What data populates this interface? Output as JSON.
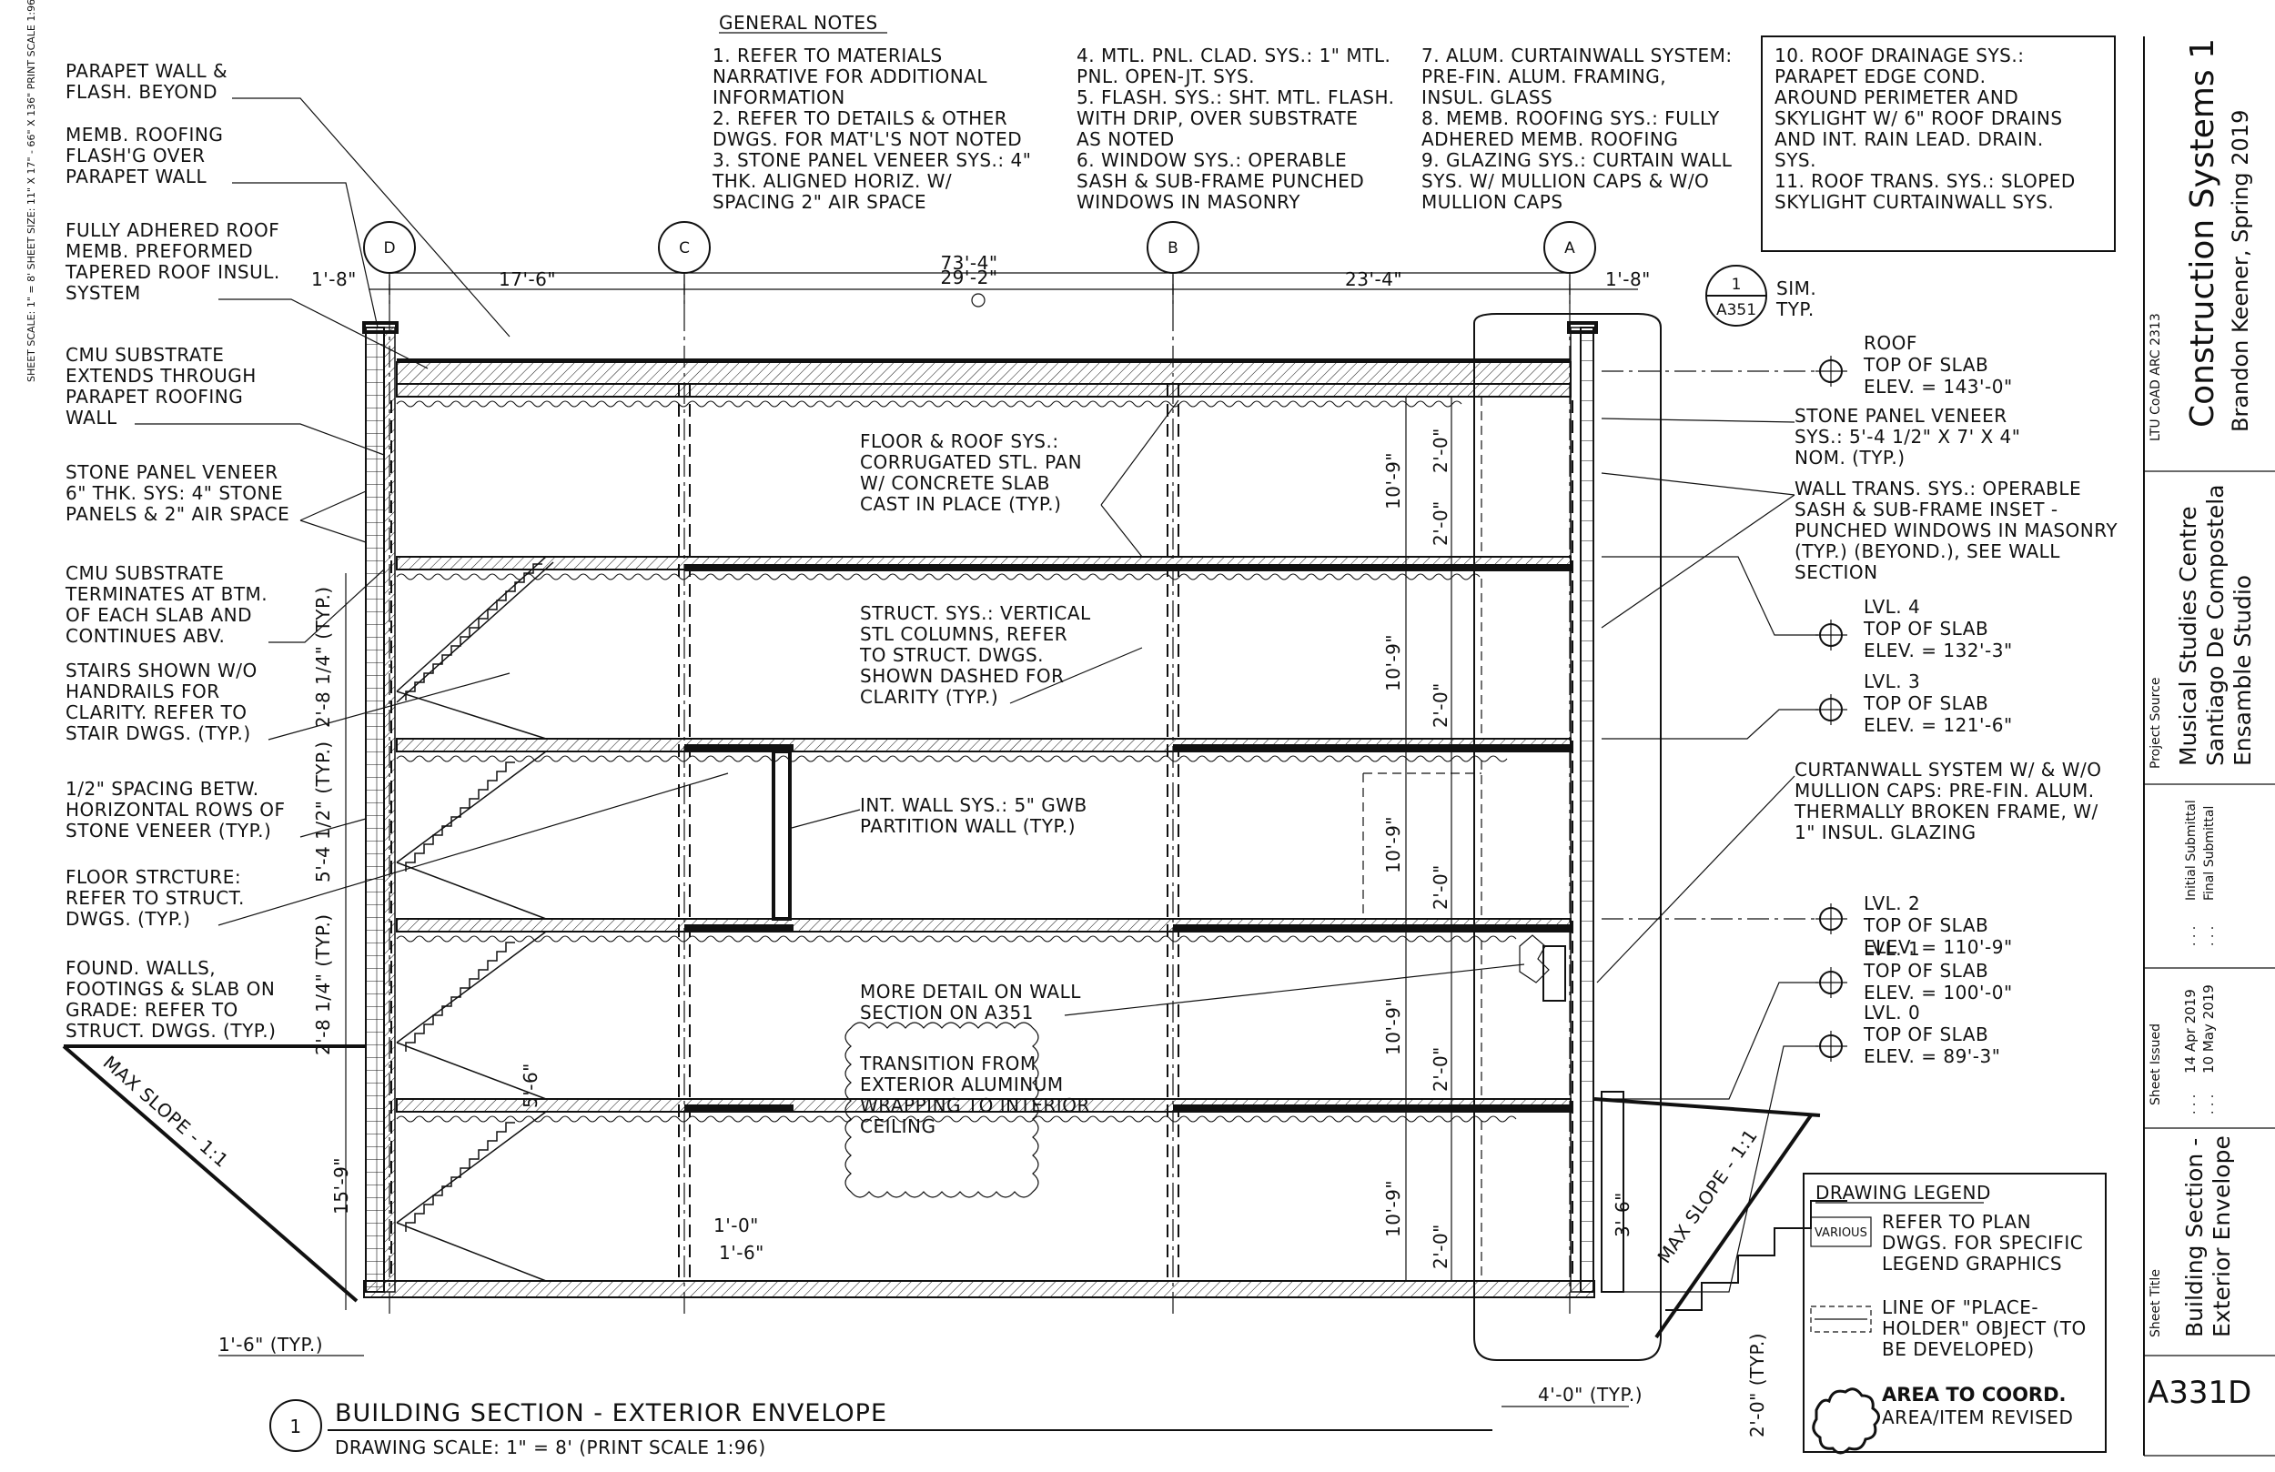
{
  "general_notes": {
    "heading": "GENERAL NOTES",
    "col1": [
      "1.  REFER TO MATERIALS",
      "     NARRATIVE FOR ADDITIONAL",
      "     INFORMATION",
      "2.  REFER TO DETAILS & OTHER",
      "     DWGS. FOR MAT'L'S NOT NOTED",
      "3.  STONE PANEL VENEER SYS.: 4\"",
      "     THK. ALIGNED HORIZ. W/",
      "     SPACING 2\" AIR SPACE"
    ],
    "col2": [
      "4. MTL. PNL. CLAD. SYS.: 1\" MTL.",
      "    PNL. OPEN-JT. SYS.",
      "5. FLASH. SYS.: SHT. MTL. FLASH.",
      "    WITH DRIP, OVER SUBSTRATE",
      "    AS NOTED",
      "6. WINDOW SYS.: OPERABLE",
      "    SASH & SUB-FRAME PUNCHED",
      "    WINDOWS IN MASONRY"
    ],
    "col3": [
      "7. ALUM. CURTAINWALL SYSTEM:",
      "    PRE-FIN. ALUM. FRAMING,",
      "    INSUL. GLASS",
      "8. MEMB. ROOFING SYS.: FULLY",
      "    ADHERED MEMB. ROOFING",
      "9. GLAZING SYS.: CURTAIN WALL",
      "    SYS. W/ MULLION CAPS & W/O",
      "    MULLION CAPS"
    ],
    "col4": [
      "10. ROOF DRAINAGE SYS.:",
      "      PARAPET EDGE COND.",
      "      AROUND PERIMETER AND",
      "      SKYLIGHT W/ 6\" ROOF DRAINS",
      "      AND INT. RAIN LEAD. DRAIN.",
      "      SYS.",
      "11. ROOF TRANS. SYS.: SLOPED",
      "      SKYLIGHT CURTAINWALL SYS."
    ]
  },
  "left_notes": [
    [
      "PARAPET WALL &",
      "FLASH. BEYOND"
    ],
    [
      "MEMB. ROOFING",
      "FLASH'G OVER",
      "PARAPET WALL"
    ],
    [
      "FULLY ADHERED ROOF",
      "MEMB. PREFORMED",
      "TAPERED ROOF INSUL.",
      "SYSTEM"
    ],
    [
      "CMU SUBSTRATE",
      "EXTENDS THROUGH",
      "PARAPET ROOFING",
      "WALL"
    ],
    [
      "STONE PANEL VENEER",
      "6\" THK. SYS: 4\" STONE",
      "PANELS & 2\" AIR SPACE"
    ],
    [
      "CMU SUBSTRATE",
      "TERMINATES AT BTM.",
      "OF EACH SLAB AND",
      "CONTINUES ABV."
    ],
    [
      "STAIRS SHOWN W/O",
      "HANDRAILS FOR",
      "CLARITY. REFER TO",
      "STAIR DWGS. (TYP.)"
    ],
    [
      "1/2\" SPACING BETW.",
      "HORIZONTAL ROWS OF",
      "STONE VENEER (TYP.)"
    ],
    [
      "FLOOR STRCTURE:",
      "REFER TO STRUCT.",
      "DWGS. (TYP.)"
    ],
    [
      "FOUND. WALLS,",
      "FOOTINGS & SLAB ON",
      "GRADE: REFER TO",
      "STRUCT. DWGS. (TYP.)"
    ]
  ],
  "right_notes": [
    [
      "STONE PANEL VENEER",
      "SYS.: 5'-4 1/2\" X 7' X 4\"",
      "NOM. (TYP.)"
    ],
    [
      "WALL TRANS. SYS.: OPERABLE",
      "SASH & SUB-FRAME INSET -",
      "PUNCHED WINDOWS IN MASONRY",
      "(TYP.) (BEYOND.), SEE WALL",
      "SECTION"
    ],
    [
      "CURTANWALL SYSTEM W/ & W/O",
      "MULLION CAPS: PRE-FIN. ALUM.",
      "THERMALLY BROKEN FRAME, W/",
      "1\" INSUL. GLAZING"
    ]
  ],
  "center_notes": [
    [
      "FLOOR & ROOF SYS.:",
      "CORRUGATED STL. PAN",
      "W/ CONCRETE SLAB",
      "CAST IN PLACE (TYP.)"
    ],
    [
      "STRUCT. SYS.: VERTICAL",
      "STL COLUMNS, REFER",
      "TO STRUCT. DWGS.",
      "SHOWN DASHED FOR",
      "CLARITY (TYP.)"
    ],
    [
      "INT. WALL SYS.: 5\" GWB",
      "PARTITION WALL (TYP.)"
    ],
    [
      "MORE DETAIL ON WALL",
      "SECTION ON A351"
    ],
    [
      "TRANSITION FROM",
      "EXTERIOR ALUMINUM",
      "WRAPPING TO INTERIOR",
      "CEILING"
    ]
  ],
  "levels": [
    {
      "name": "ROOF",
      "label": "TOP OF SLAB",
      "elev": "ELEV. = 143'-0\""
    },
    {
      "name": "LVL. 4",
      "label": "TOP OF SLAB",
      "elev": "ELEV. = 132'-3\""
    },
    {
      "name": "LVL. 3",
      "label": "TOP OF SLAB",
      "elev": "ELEV. = 121'-6\""
    },
    {
      "name": "LVL. 2",
      "label": "TOP OF SLAB",
      "elev": "ELEV. = 110'-9\""
    },
    {
      "name": "LVL. 1",
      "label": "TOP OF SLAB",
      "elev": "ELEV. = 100'-0\""
    },
    {
      "name": "LVL. 0",
      "label": "TOP OF SLAB",
      "elev": "ELEV. = 89'-3\""
    }
  ],
  "grid_bubbles": [
    "D",
    "C",
    "B",
    "A"
  ],
  "dimensions": {
    "overall": "73'-4\"",
    "half": "29'-2\"",
    "left_bay": "17'-6\"",
    "right_bay": "23'-4\"",
    "parapet_left": "1'-8\"",
    "parapet_right": "1'-8\"",
    "floor_height": "10'-9\"",
    "sill": "2'-0\"",
    "stair_typ": "2'-8 1/4\" (TYP.)",
    "stair_typ2": "2'-8 1/4\" (TYP.)",
    "veneer_typ": "5'-4 1/2\" (TYP.)",
    "stair_rise": "5'-6\"",
    "base": "15'-9\"",
    "footing": "1'-6\" (TYP.)",
    "col_a": "1'-0\"",
    "col_b": "1'-6\"",
    "right_a": "3'-6\"",
    "right_b": "4'-0\" (TYP.)",
    "right_c": "2'-0\" (TYP.)"
  },
  "slope_labels": [
    "MAX SLOPE - 1:1",
    "MAX SLOPE - 1:1"
  ],
  "detail_ref": {
    "number": "1",
    "sheet": "A351",
    "note1": "SIM.",
    "note2": "TYP."
  },
  "side_scale_note": "SHEET SCALE: 1\" = 8' SHEET SIZE: 11\" X 17\" - 66\" X 136\" PRINT SCALE 1:96",
  "drawing_title": {
    "number": "1",
    "title": "BUILDING SECTION - EXTERIOR ENVELOPE",
    "scale": "DRAWING SCALE: 1\" = 8' (PRINT SCALE 1:96)"
  },
  "legend": {
    "heading": "DRAWING LEGEND",
    "tag": "VARIOUS",
    "item1": [
      "REFER TO PLAN",
      "DWGS. FOR SPECIFIC",
      "LEGEND GRAPHICS"
    ],
    "item2": [
      "LINE OF \"PLACE-",
      "HOLDER\" OBJECT (TO",
      "BE DEVELOPED)"
    ],
    "item3_bold": "AREA TO COORD.",
    "item3": "AREA/ITEM REVISED"
  },
  "title_block": {
    "course": "LTU CoAD ARC 2313",
    "course_title": "Construction Systems 1",
    "author": "Brandon Keener, Spring 2019",
    "project_source_label": "Project Source",
    "project_lines": [
      "Musical Studies Centre",
      "Santiago De Compostela",
      "Ensamble Studio"
    ],
    "submittals": [
      "Initial Submittal",
      "Final Submittal"
    ],
    "sheet_issued_label": "Sheet Issued",
    "dates": [
      "14 Apr 2019",
      "10 May 2019"
    ],
    "sheet_title_label": "Sheet Title",
    "sheet_title": [
      "Building Section -",
      "Exterior Envelope"
    ],
    "sheet_number": "A331D"
  }
}
